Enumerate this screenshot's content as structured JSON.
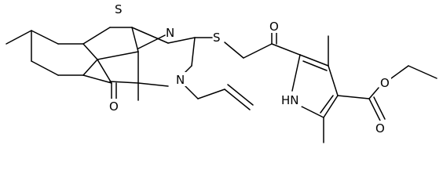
{
  "structure": {
    "atoms": {
      "ring_sulfur": "S",
      "pyrimidine_nitrogen": "N",
      "thioether_sulfur": "S",
      "ketone_oxygen": "O",
      "lactam_oxygen": "O",
      "allyl_nitrogen": "N",
      "pyrrole_nh": "HN",
      "ester_ether_oxygen": "O",
      "ester_carbonyl_oxygen": "O"
    }
  }
}
